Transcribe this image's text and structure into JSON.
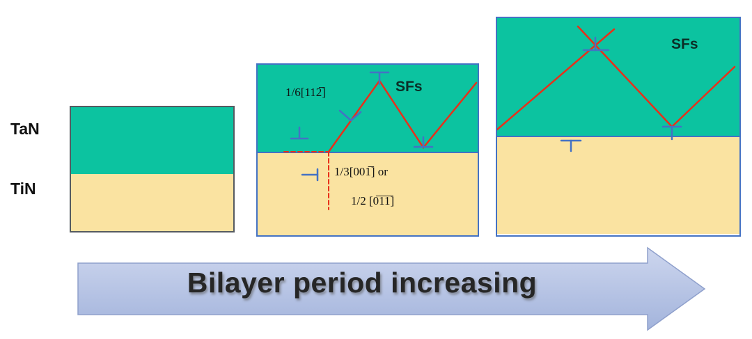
{
  "labels": {
    "tan": "TaN",
    "tin": "TiN"
  },
  "panels": {
    "left": {},
    "middle": {
      "sfs_label": "SFs",
      "burgers_top": "1/6[112̅]",
      "burgers_mid": "1/3[001̅] or",
      "burgers_bottom": "1/2 [0̅1̅1̅]"
    },
    "right": {
      "sfs_label": "SFs"
    }
  },
  "arrow": {
    "label": "Bilayer period increasing"
  },
  "colors": {
    "tan_layer": "#0cc3a0",
    "tin_layer": "#fae3a1",
    "panel_border_blue": "#4472c4",
    "stacking_fault_red": "#e8301a",
    "dislocation_blue": "#4472c4",
    "arrow_fill_top": "#cdd6ee",
    "arrow_fill_bottom": "#a3b4dc"
  }
}
